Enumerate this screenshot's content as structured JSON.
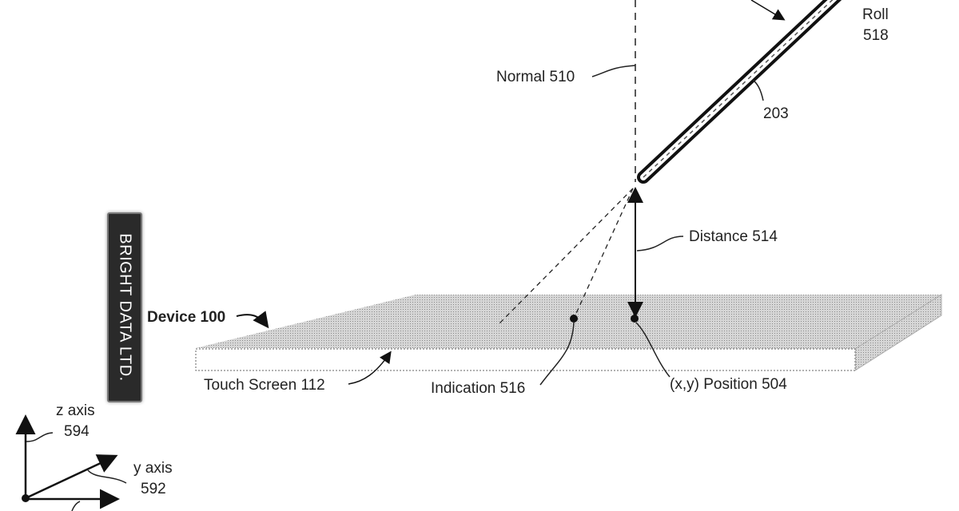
{
  "labels": {
    "normal": "Normal 510",
    "roll": "Roll",
    "roll_num": "518",
    "stylus": "203",
    "distance": "Distance 514",
    "device": "Device 100",
    "touch_screen": "Touch Screen 112",
    "indication": "Indication 516",
    "position": "(x,y) Position 504",
    "z_axis": "z axis",
    "z_num": "594",
    "y_axis": "y axis",
    "y_num": "592"
  },
  "watermark": "BRIGHT DATA LTD.",
  "colors": {
    "line": "#111111",
    "surface": "#c8c8c8",
    "watermark_bg": "#2a2a2a"
  }
}
